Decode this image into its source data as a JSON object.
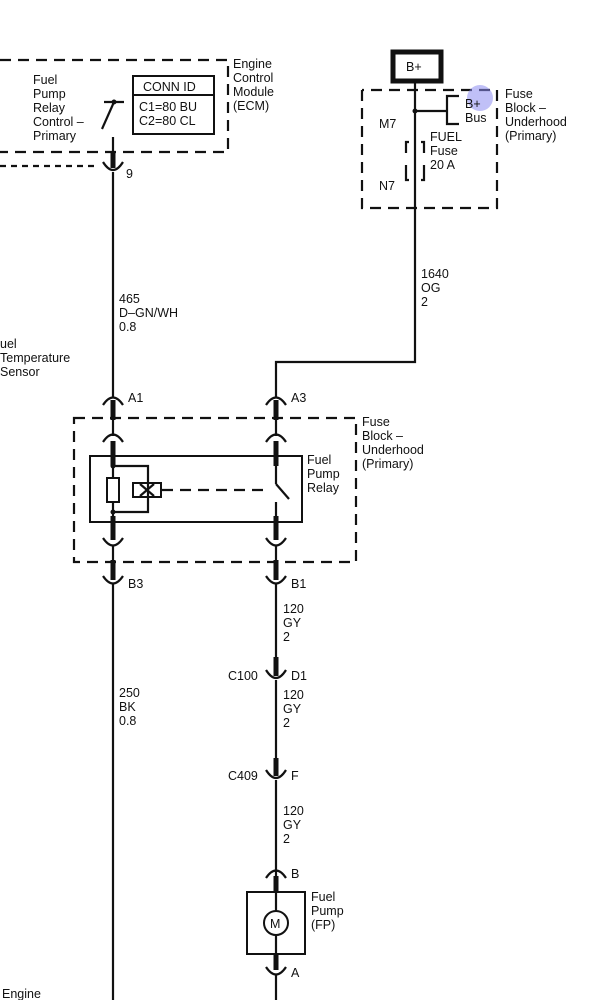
{
  "ecm": {
    "label": [
      "Engine",
      "Control",
      "Module",
      "(ECM)"
    ],
    "relay_control_label": [
      "Fuel",
      "Pump",
      "Relay",
      "Control –",
      "Primary"
    ],
    "conn_id_header": "CONN ID",
    "conn_id_lines": [
      "C1=80 BU",
      "C2=80 CL"
    ],
    "pin": "9"
  },
  "power_source": {
    "label": "B+"
  },
  "fuse_block_top": {
    "label": [
      "Fuse",
      "Block –",
      "Underhood",
      "(Primary)"
    ],
    "bus_label": [
      "B+",
      "Bus"
    ],
    "fuse_label": [
      "FUEL",
      "Fuse",
      "20 A"
    ],
    "terminal_in": "M7",
    "terminal_out": "N7",
    "highlight_color": "#8c8cf0"
  },
  "wires": {
    "ecm_to_relay": [
      "465",
      "D–GN/WH",
      "0.8"
    ],
    "fuse_to_relay": [
      "1640",
      "OG",
      "2"
    ],
    "relay_to_ground": [
      "250",
      "BK",
      "0.8"
    ],
    "relay_to_c100": [
      "120",
      "GY",
      "2"
    ],
    "c100_to_c409": [
      "120",
      "GY",
      "2"
    ],
    "c409_to_pump": [
      "120",
      "GY",
      "2"
    ]
  },
  "fuel_temp_sensor": {
    "label": [
      "uel",
      "Temperature",
      "Sensor"
    ]
  },
  "fuse_block_relay": {
    "label": [
      "Fuse",
      "Block –",
      "Underhood",
      "(Primary)"
    ],
    "relay_label": [
      "Fuel",
      "Pump",
      "Relay"
    ],
    "pins": {
      "a1": "A1",
      "a3": "A3",
      "b3": "B3",
      "b1": "B1"
    }
  },
  "connectors": {
    "c100": {
      "name": "C100",
      "pin": "D1"
    },
    "c409": {
      "name": "C409",
      "pin": "F"
    }
  },
  "fuel_pump": {
    "label": [
      "Fuel",
      "Pump",
      "(FP)"
    ],
    "motor_symbol": "M",
    "pin_top": "B",
    "pin_bottom": "A"
  },
  "engine_label": "Engine"
}
